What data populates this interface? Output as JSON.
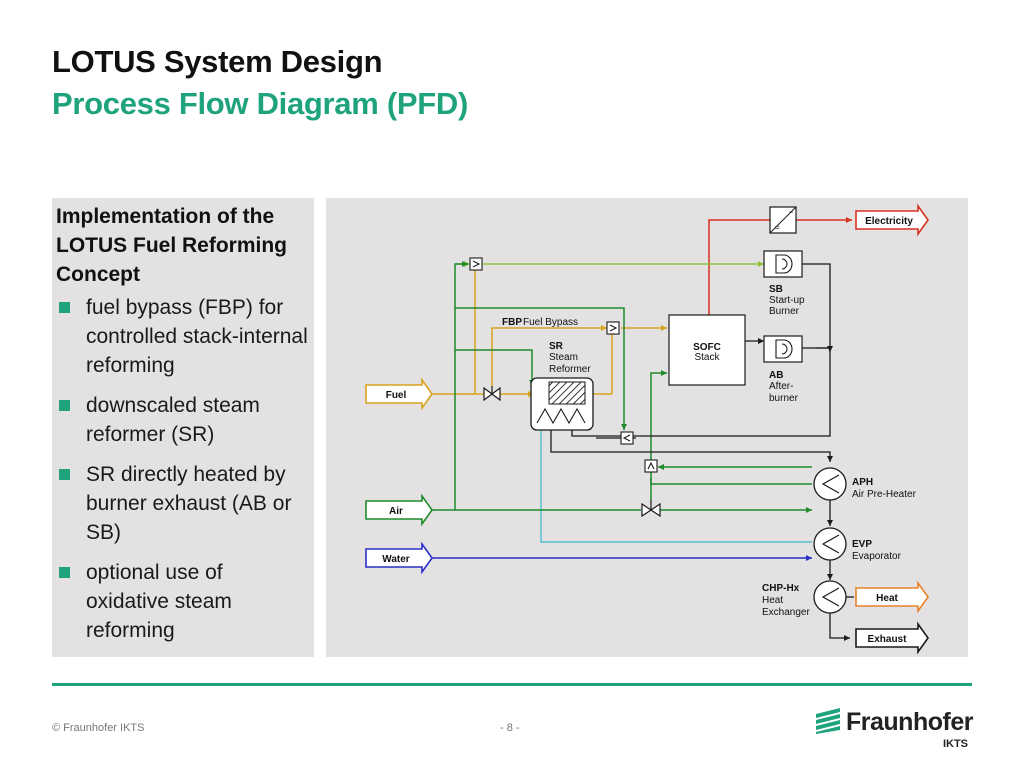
{
  "slide": {
    "title": "LOTUS System Design",
    "subtitle": "Process Flow Diagram (PFD)"
  },
  "left_panel": {
    "heading": "Implementation of the LOTUS Fuel Reforming Concept",
    "bullets": [
      "fuel bypass (FBP) for controlled stack-internal reforming",
      "downscaled steam reformer (SR)",
      "SR directly heated by burner exhaust (AB or SB)",
      "optional use of oxidative steam reforming"
    ]
  },
  "diagram": {
    "inputs": {
      "fuel": "Fuel",
      "air": "Air",
      "water": "Water"
    },
    "outputs": {
      "electricity": "Electricity",
      "heat": "Heat",
      "exhaust": "Exhaust"
    },
    "fbp": {
      "abbr": "FBP",
      "name": "Fuel Bypass"
    },
    "sr": {
      "abbr": "SR",
      "line1": "Steam",
      "line2": "Reformer"
    },
    "sofc": {
      "abbr": "SOFC",
      "name": "Stack"
    },
    "sb": {
      "abbr": "SB",
      "line1": "Start-up",
      "line2": "Burner"
    },
    "ab": {
      "abbr": "AB",
      "line1": "After-",
      "line2": "burner"
    },
    "aph": {
      "abbr": "APH",
      "name": "Air Pre-Heater"
    },
    "evp": {
      "abbr": "EVP",
      "name": "Evaporator"
    },
    "chp": {
      "abbr": "CHP-Hx",
      "line1": "Heat",
      "line2": "Exchanger"
    },
    "colors": {
      "fuel": "#d7a21e",
      "air": "#1e8a2c",
      "water": "#2a2fc7",
      "steam": "#56c3cf",
      "bypass": "#8fc43a",
      "electricity": "#d8321c",
      "heat": "#e8822a",
      "exhaust": "#1a1a1a"
    }
  },
  "footer": {
    "copyright": "© Fraunhofer IKTS",
    "page": "- 8 -",
    "logo_word": "Fraunhofer",
    "logo_sub": "IKTS"
  }
}
